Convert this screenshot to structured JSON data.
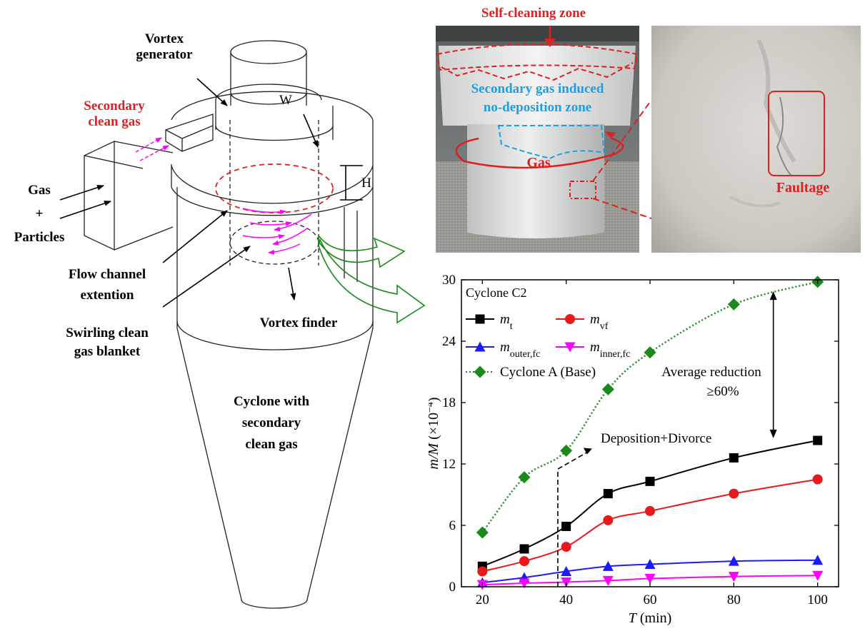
{
  "diagram": {
    "labels": {
      "vortex_generator": [
        "Vortex",
        "generator"
      ],
      "secondary_clean_gas": [
        "Secondary",
        "clean gas"
      ],
      "w": "W",
      "h": "H",
      "gas_particles": [
        "Gas",
        "+",
        "Particles"
      ],
      "flow_channel_extension": [
        "Flow channel",
        "extention"
      ],
      "swirling_clean_gas_blanket": [
        "Swirling clean",
        "gas blanket"
      ],
      "vortex_finder": "Vortex finder",
      "cyclone_with_secondary": [
        "Cyclone with",
        "secondary",
        "clean gas"
      ]
    }
  },
  "photos": {
    "self_cleaning_zone": "Self-cleaning zone",
    "secondary_gas_zone": [
      "Secondary gas induced",
      "no-deposition zone"
    ],
    "gas": "Gas",
    "faultage": "Faultage"
  },
  "colors": {
    "black_series": "#000000",
    "red_series": "#e8191d",
    "blue_series": "#1a1aff",
    "magenta_series": "#ff00ff",
    "green_series": "#1a8a1a",
    "annotation_red": "#e02020",
    "annotation_blue": "#1aa0e8"
  },
  "chart_data": {
    "type": "line",
    "panel_label": "Cyclone C2",
    "xlabel_var": "T",
    "xlabel_unit": " (min)",
    "ylabel_var": "m/M",
    "ylabel_unit": " (×10",
    "ylabel_exp": "−4",
    "ylabel_close": ")",
    "xlim": [
      15,
      105
    ],
    "ylim": [
      0,
      30
    ],
    "xticks": [
      20,
      40,
      60,
      80,
      100
    ],
    "yticks": [
      0,
      6,
      12,
      18,
      24,
      30
    ],
    "x": [
      20,
      30,
      40,
      50,
      60,
      80,
      100
    ],
    "series": [
      {
        "name": "m",
        "sub": "t",
        "color": "#000000",
        "marker": "square",
        "dash": "none",
        "values": [
          2.0,
          3.7,
          5.9,
          9.1,
          10.3,
          12.6,
          14.3
        ]
      },
      {
        "name": "m",
        "sub": "vf",
        "color": "#e8191d",
        "marker": "circle",
        "dash": "none",
        "values": [
          1.5,
          2.5,
          3.9,
          6.5,
          7.4,
          9.1,
          10.5
        ]
      },
      {
        "name": "m",
        "sub": "outer,fc",
        "color": "#1a1aff",
        "marker": "triangle-up",
        "dash": "none",
        "values": [
          0.4,
          0.9,
          1.5,
          2.0,
          2.2,
          2.5,
          2.6
        ]
      },
      {
        "name": "m",
        "sub": "inner,fc",
        "color": "#ff00ff",
        "marker": "triangle-down",
        "dash": "none",
        "values": [
          0.2,
          0.35,
          0.45,
          0.6,
          0.8,
          1.0,
          1.1
        ]
      },
      {
        "name": "Cyclone A (Base)",
        "sub": "",
        "color": "#1a8a1a",
        "marker": "diamond",
        "dash": "dotted",
        "values": [
          5.3,
          10.7,
          13.3,
          19.3,
          22.9,
          27.6,
          29.8
        ]
      }
    ],
    "annotations": {
      "average_reduction": [
        "Average reduction",
        "≥60%"
      ],
      "deposition_divorce": "Deposition+Divorce"
    }
  }
}
